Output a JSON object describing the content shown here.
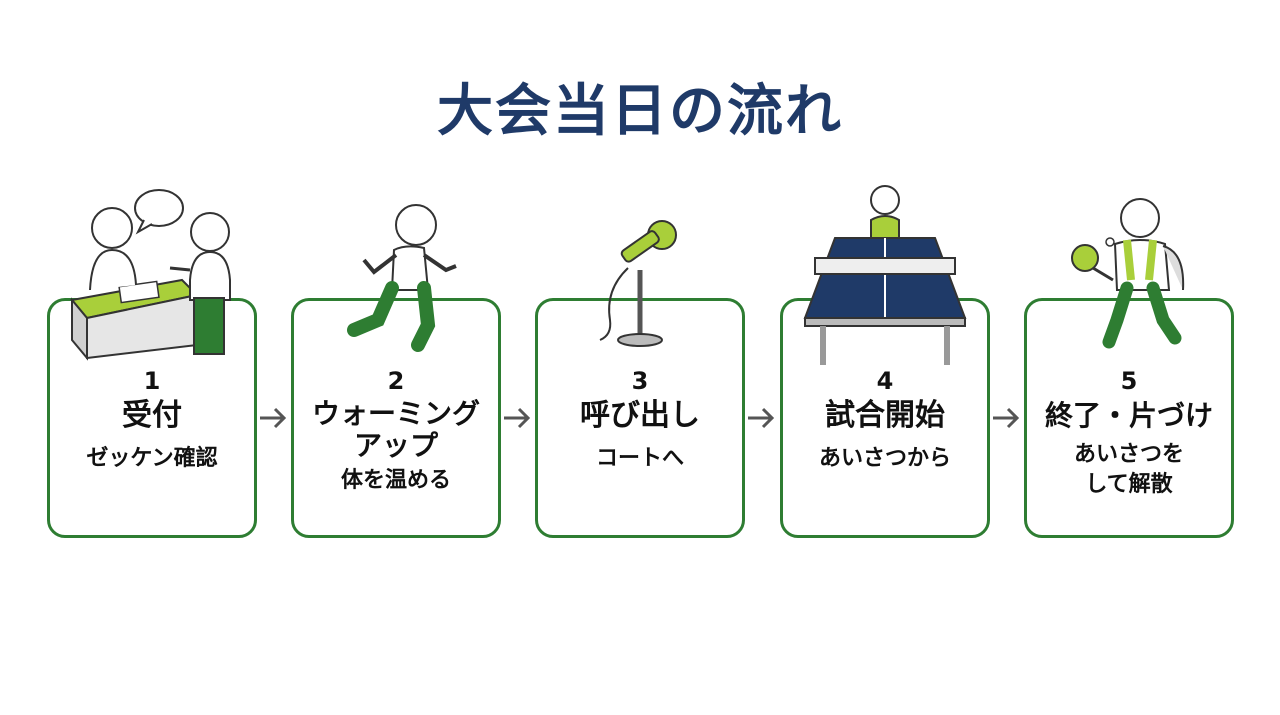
{
  "title": "大会当日の流れ",
  "colors": {
    "title": "#1f3a68",
    "card_border": "#2e7d32",
    "accent": "#a9cf3a",
    "navy": "#1f3a68",
    "arrow": "#555555"
  },
  "steps": [
    {
      "number": "1",
      "label": "受付",
      "desc": "ゼッケン確認",
      "icon": "reception-icon"
    },
    {
      "number": "2",
      "label": "ウォーミング\nアップ",
      "desc": "体を温める",
      "icon": "running-person-icon"
    },
    {
      "number": "3",
      "label": "呼び出し",
      "desc": "コートへ",
      "icon": "microphone-icon"
    },
    {
      "number": "4",
      "label": "試合開始",
      "desc": "あいさつから",
      "icon": "ping-pong-table-icon"
    },
    {
      "number": "5",
      "label": "終了・片づけ",
      "desc": "あいさつを\nして解散",
      "icon": "player-with-paddle-icon"
    }
  ]
}
